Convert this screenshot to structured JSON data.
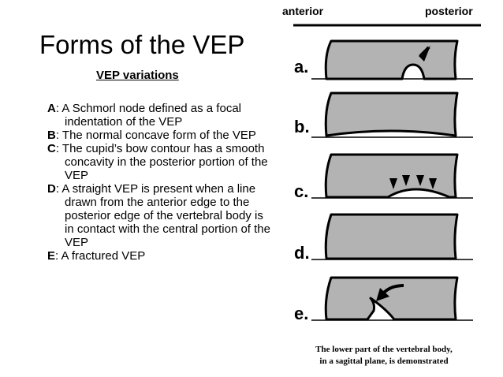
{
  "title": "Forms of the VEP",
  "subtitle": "VEP variations",
  "definitions": [
    {
      "letter": "A",
      "text": ": A Schmorl node defined as a focal indentation of the VEP"
    },
    {
      "letter": "B",
      "text": ": The normal concave form of the VEP"
    },
    {
      "letter": "C",
      "text": ": The cupid’s bow contour has a smooth concavity in the posterior portion of the VEP"
    },
    {
      "letter": "D",
      "text": ": A straight VEP is present when a line drawn from the anterior edge to the posterior edge of the vertebral body is in contact with the central portion of the VEP"
    },
    {
      "letter": "E",
      "text": ": A fractured VEP"
    }
  ],
  "diagram": {
    "anterior_label": "anterior",
    "posterior_label": "posterior",
    "panels": [
      {
        "label": "a."
      },
      {
        "label": "b."
      },
      {
        "label": "c."
      },
      {
        "label": "d."
      },
      {
        "label": "e."
      }
    ],
    "caption_line1": "The lower part of the vertebral body,",
    "caption_line2": "in a sagittal plane, is demonstrated"
  },
  "colors": {
    "body_fill": "#b3b3b3",
    "outline": "#000000",
    "background": "#ffffff"
  }
}
